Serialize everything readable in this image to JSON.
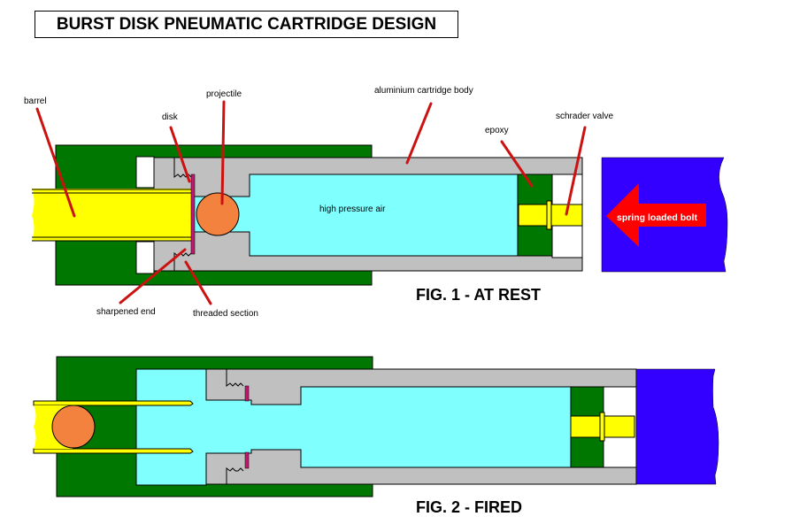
{
  "title": "BURST DISK PNEUMATIC CARTRIDGE DESIGN",
  "colors": {
    "housing_green": "#007700",
    "cartridge_grey": "#c0c0c0",
    "air_cyan": "#80ffff",
    "barrel_yellow": "#ffff00",
    "projectile_orange": "#f4823f",
    "disk_magenta": "#c0186e",
    "bolt_blue": "#3300ff",
    "leader_red": "#cc1111",
    "arrow_red": "#ff0000"
  },
  "figure1": {
    "caption": "FIG. 1 - AT REST",
    "labels": {
      "barrel": "barrel",
      "projectile": "projectile",
      "disk": "disk",
      "body": "aluminium cartridge body",
      "epoxy": "epoxy",
      "valve": "schrader valve",
      "air": "high pressure air",
      "sharpened": "sharpened end",
      "threaded": "threaded section",
      "bolt": "spring loaded bolt"
    }
  },
  "figure2": {
    "caption": "FIG. 2 - FIRED"
  }
}
